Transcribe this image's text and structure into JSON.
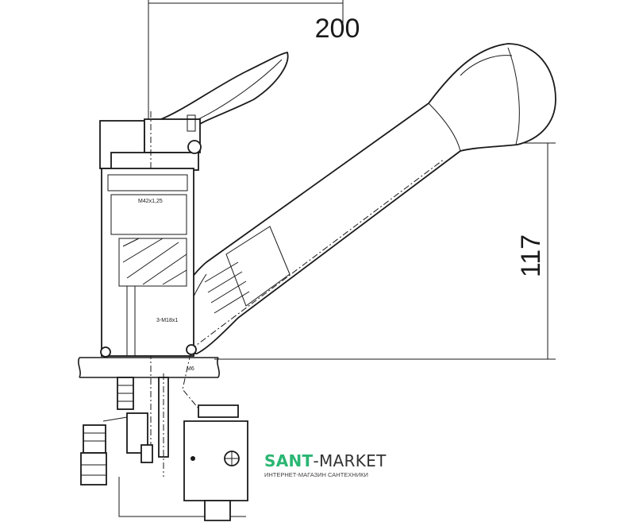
{
  "dimensions": {
    "width_label": "200",
    "height_label": "117"
  },
  "thread_labels": {
    "top": "M42x1,25",
    "middle": "3-M18x1",
    "bottom": "M6"
  },
  "watermark": {
    "brand_part1": "SANT",
    "brand_part2": "-MARKET",
    "tagline": "ИНТЕРНЕТ-МАГАЗИН САНТЕХНИКИ"
  },
  "colors": {
    "line": "#1a1a1a",
    "brand_green": "#2bb673"
  }
}
